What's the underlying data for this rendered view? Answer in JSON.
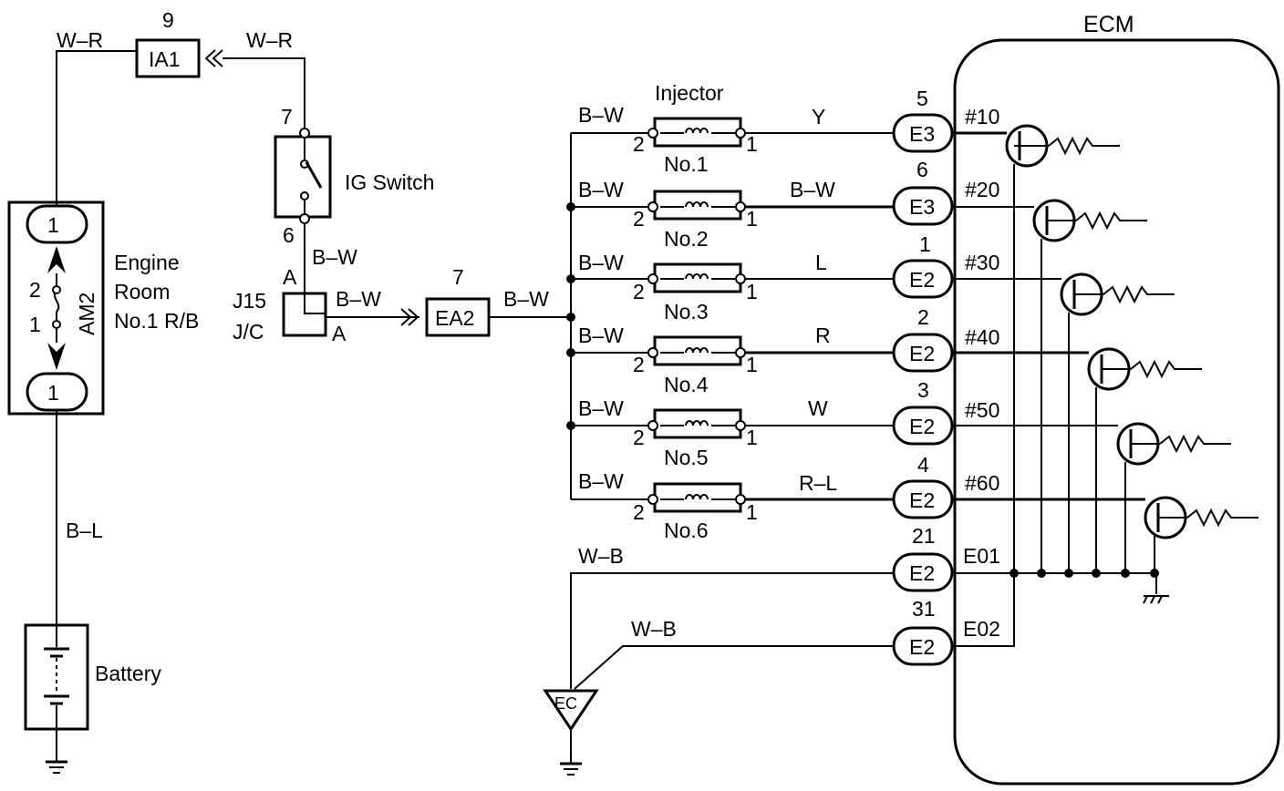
{
  "ecm": {
    "title": "ECM"
  },
  "left": {
    "fuse_block": {
      "name_lines": [
        "Engine",
        "Room",
        "No.1 R/B"
      ],
      "fuse": "AM2",
      "terminal_top": "1",
      "terminal_bottom": "1",
      "pin_upper": "2",
      "pin_lower": "1"
    },
    "wire_w_r_left": "W–R",
    "wire_w_r_right": "W–R",
    "connector_ia1": {
      "name": "IA1",
      "pin": "9"
    },
    "ig_switch": {
      "label": "IG Switch",
      "pin_top": "7",
      "pin_bottom": "6"
    },
    "wire_b_w_1": "B–W",
    "wire_b_w_2": "B–W",
    "jc": {
      "name_line1": "J15",
      "name_line2": "J/C",
      "pin_a_top": "A",
      "pin_a_bottom": "A"
    },
    "connector_ea2": {
      "name": "EA2",
      "pin": "7"
    },
    "wire_b_w_3": "B–W",
    "wire_b_l": "B–L",
    "battery": {
      "label": "Battery"
    }
  },
  "injector_title": "Injector",
  "injectors": [
    {
      "name": "No.1",
      "in_wire": "B–W",
      "pin_in": "2",
      "pin_out": "1",
      "out_wire": "Y",
      "connector": "E3",
      "conn_pin": "5",
      "ecm_terminal": "#10"
    },
    {
      "name": "No.2",
      "in_wire": "B–W",
      "pin_in": "2",
      "pin_out": "1",
      "out_wire": "B–W",
      "connector": "E3",
      "conn_pin": "6",
      "ecm_terminal": "#20"
    },
    {
      "name": "No.3",
      "in_wire": "B–W",
      "pin_in": "2",
      "pin_out": "1",
      "out_wire": "L",
      "connector": "E2",
      "conn_pin": "1",
      "ecm_terminal": "#30"
    },
    {
      "name": "No.4",
      "in_wire": "B–W",
      "pin_in": "2",
      "pin_out": "1",
      "out_wire": "R",
      "connector": "E2",
      "conn_pin": "2",
      "ecm_terminal": "#40"
    },
    {
      "name": "No.5",
      "in_wire": "B–W",
      "pin_in": "2",
      "pin_out": "1",
      "out_wire": "W",
      "connector": "E2",
      "conn_pin": "3",
      "ecm_terminal": "#50"
    },
    {
      "name": "No.6",
      "in_wire": "B–W",
      "pin_in": "2",
      "pin_out": "1",
      "out_wire": "R–L",
      "connector": "E2",
      "conn_pin": "4",
      "ecm_terminal": "#60"
    }
  ],
  "grounds": [
    {
      "wire": "W–B",
      "connector": "E2",
      "conn_pin": "21",
      "ecm_terminal": "E01"
    },
    {
      "wire": "W–B",
      "connector": "E2",
      "conn_pin": "31",
      "ecm_terminal": "E02"
    }
  ],
  "ground_point": {
    "label": "EC"
  }
}
